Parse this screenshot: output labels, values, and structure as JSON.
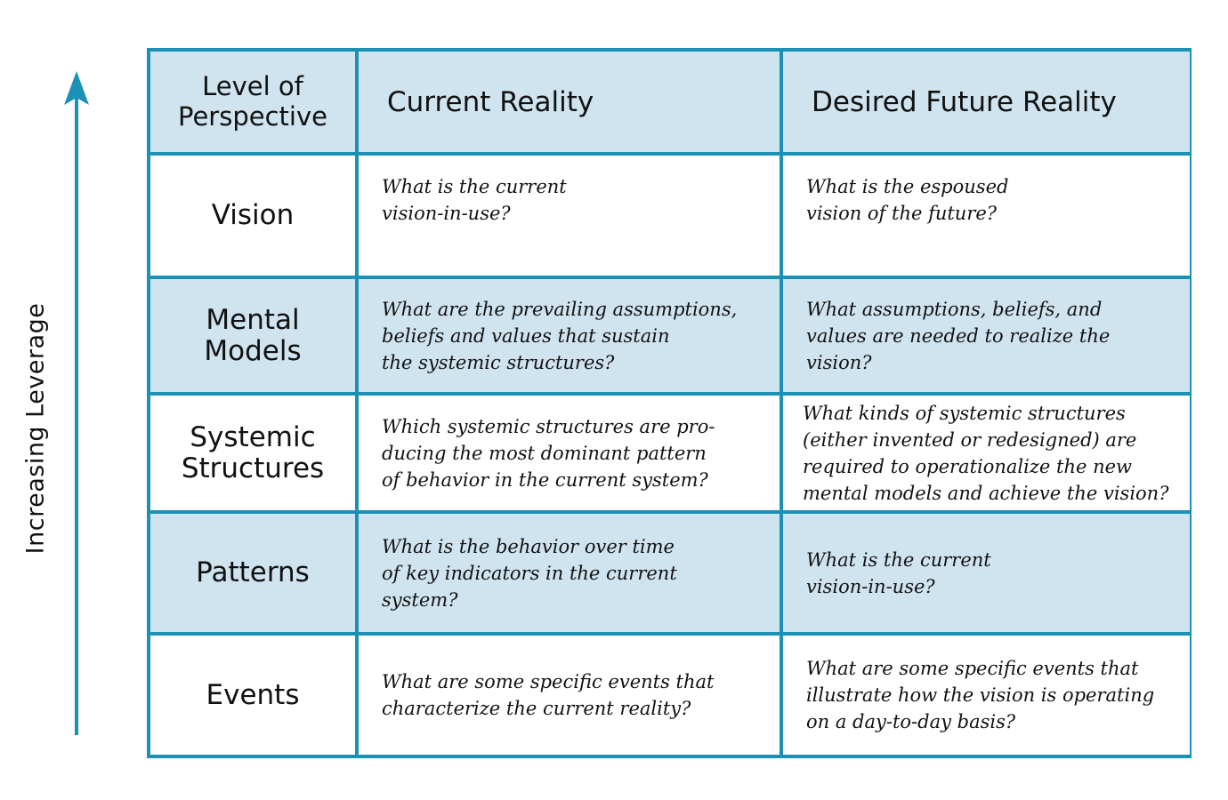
{
  "axis": {
    "label": "Increasing Leverage",
    "color": "#1b91b6"
  },
  "table": {
    "header": {
      "level": "Level of\nPerspective",
      "current": "Current Reality",
      "desired": "Desired Future Reality"
    },
    "rows": [
      {
        "level": "Vision",
        "current": "What is the current\nvision-in-use?",
        "desired": "What is the espoused\nvision of the future?"
      },
      {
        "level": "Mental\nModels",
        "current": "What are the prevailing assumptions,\nbeliefs and values that sustain\nthe systemic structures?",
        "desired": "What assumptions, beliefs, and\nvalues are needed to realize the\nvision?"
      },
      {
        "level": "Systemic\nStructures",
        "current": "Which systemic structures are pro-\nducing the most dominant pattern\nof behavior in the current system?",
        "desired": "What kinds of systemic structures\n(either invented or redesigned) are\nrequired to operationalize the new\nmental models and achieve the vision?"
      },
      {
        "level": "Patterns",
        "current": "What is the behavior over time\nof key indicators in the current\nsystem?",
        "desired": "What is the current\nvision-in-use?"
      },
      {
        "level": "Events",
        "current": "What are some specific events that\ncharacterize the current reality?",
        "desired": "What are some specific events that\nillustrate how the vision is operating\non a day-to-day basis?"
      }
    ],
    "colors": {
      "border": "#1b91b6",
      "shaded": "#cfe4ef",
      "plain": "#ffffff"
    }
  }
}
